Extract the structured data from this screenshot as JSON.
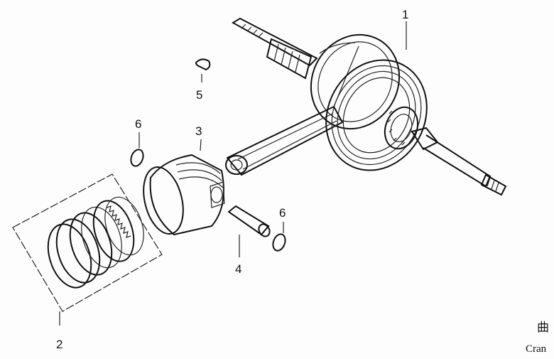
{
  "parts": [
    {
      "number": "1"
    },
    {
      "number": "2"
    },
    {
      "number": "3"
    },
    {
      "number": "4"
    },
    {
      "number": "5"
    },
    {
      "number": "6"
    },
    {
      "number": "6"
    }
  ],
  "caption": {
    "chinese_fragment": "曲",
    "english_fragment": "Cran"
  }
}
